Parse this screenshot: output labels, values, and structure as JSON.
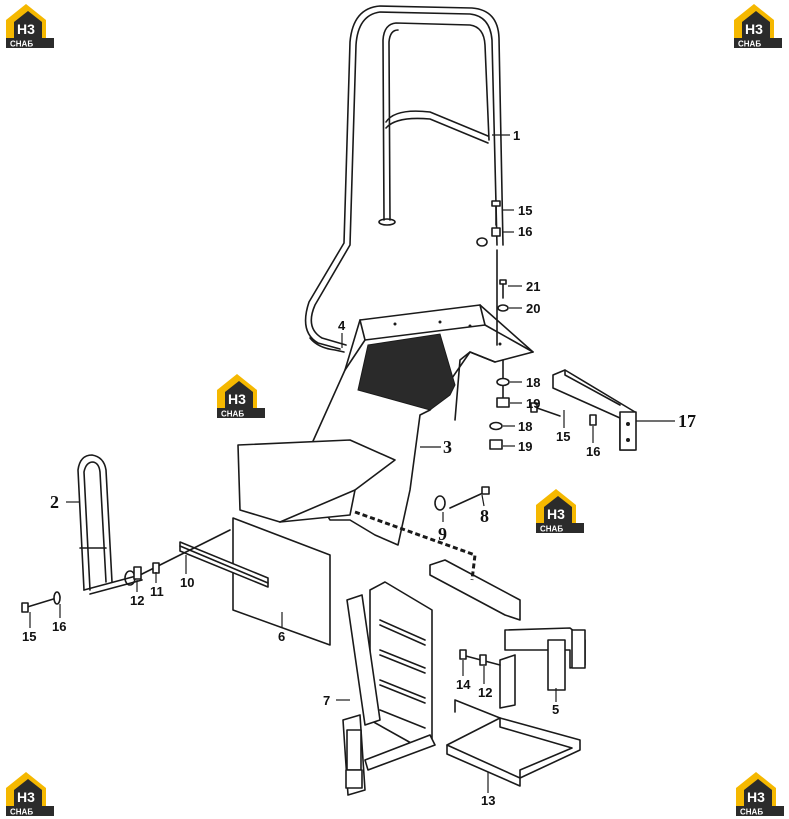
{
  "callouts": {
    "c1": "1",
    "c2": "2",
    "c3": "3",
    "c4": "4",
    "c5": "5",
    "c6": "6",
    "c7": "7",
    "c8": "8",
    "c9": "9",
    "c10": "10",
    "c11": "11",
    "c12a": "12",
    "c12b": "12",
    "c13": "13",
    "c14": "14",
    "c15a": "15",
    "c15b": "15",
    "c15c": "15",
    "c16a": "16",
    "c16b": "16",
    "c16c": "16",
    "c17": "17",
    "c18a": "18",
    "c18b": "18",
    "c19a": "19",
    "c19b": "19",
    "c20": "20",
    "c21": "21"
  },
  "watermark": {
    "top_text": "H3",
    "bottom_text": "СНАБ",
    "colors": {
      "accent": "#f5b800",
      "dark": "#2b2b2b",
      "light": "#ffffff"
    }
  }
}
